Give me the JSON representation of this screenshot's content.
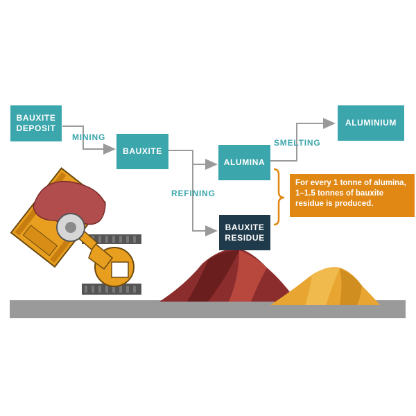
{
  "nodes": {
    "bauxite_deposit": {
      "line1": "BAUXITE",
      "line2": "DEPOSIT"
    },
    "bauxite": "BAUXITE",
    "alumina": "ALUMINA",
    "aluminium": "ALUMINIUM",
    "bauxite_residue": {
      "line1": "BAUXITE",
      "line2": "RESIDUE"
    }
  },
  "process_labels": {
    "mining": "MINING",
    "refining": "REFINING",
    "smelting": "SMELTING"
  },
  "note": {
    "line1": "For every 1 tonne of alumina,",
    "line2": "1–1.5 tonnes of bauxite",
    "line3": "residue is produced."
  },
  "colors": {
    "process_box": "#3ba6ac",
    "residue_box": "#1f3a4a",
    "note_box": "#e08714",
    "arrow": "#9a9a9a",
    "ground": "#9a9a9a"
  }
}
